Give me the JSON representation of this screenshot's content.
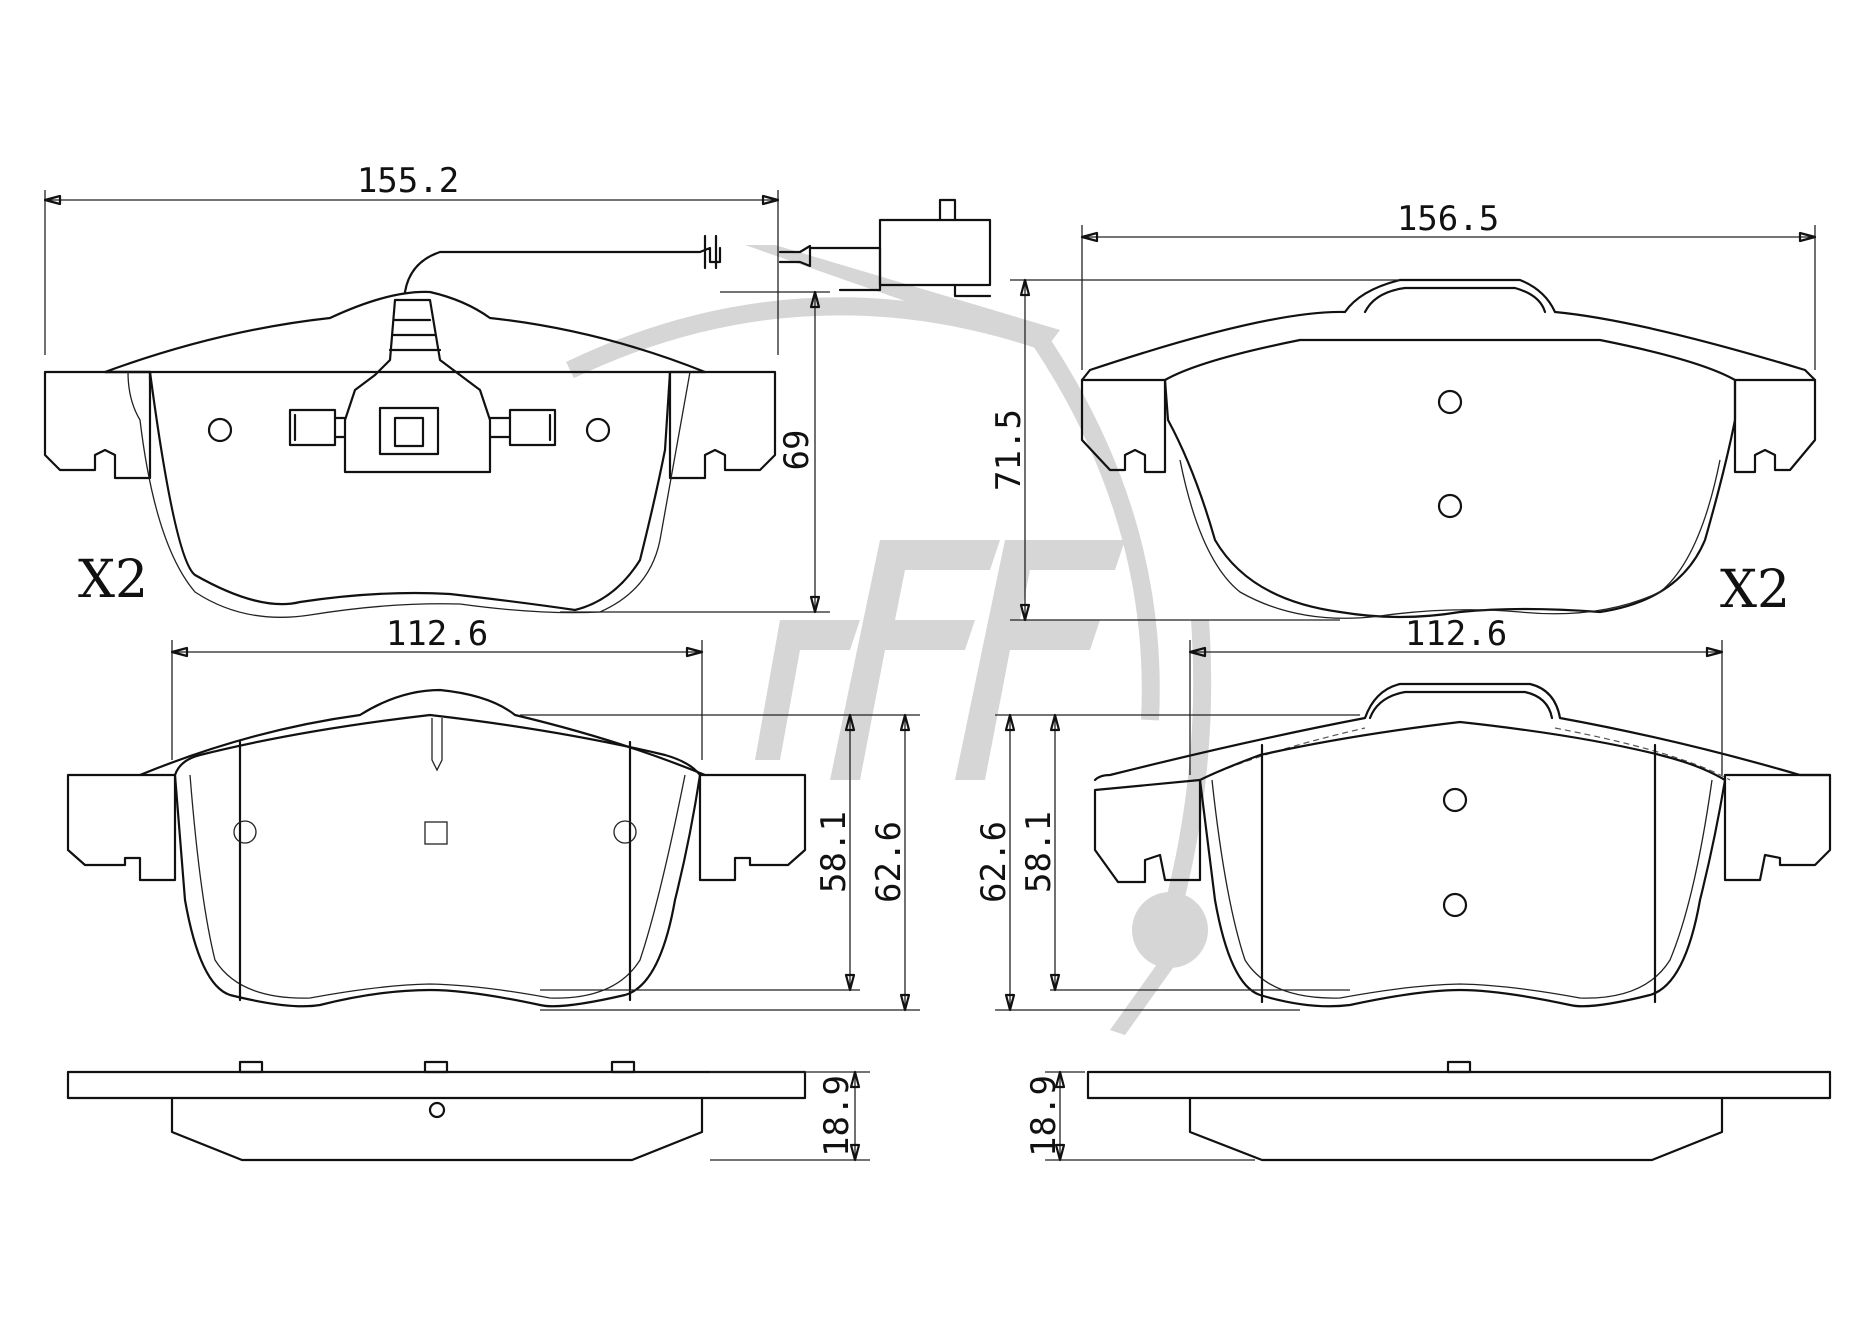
{
  "dimensions": {
    "top_left_width": "155.2",
    "top_left_height": "69",
    "top_right_width": "156.5",
    "top_right_height": "71.5",
    "mid_left_width": "112.6",
    "mid_left_inner_height": "58.1",
    "mid_left_outer_height": "62.6",
    "mid_right_width": "112.6",
    "mid_right_outer_height": "62.6",
    "mid_right_inner_height": "58.1",
    "bottom_left_thickness": "18.9",
    "bottom_right_thickness": "18.9"
  },
  "quantities": {
    "left": "X2",
    "right": "X2"
  },
  "watermark": {
    "color": "#d6d6d6"
  }
}
